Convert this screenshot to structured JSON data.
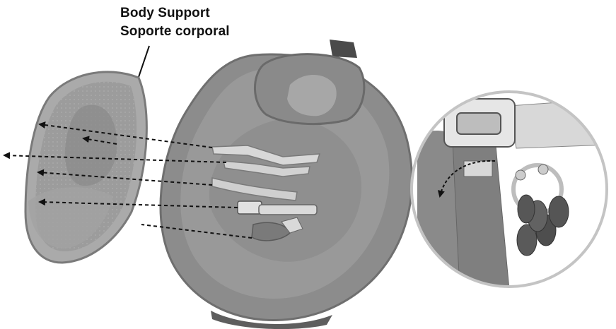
{
  "callout": {
    "line_en": "Body Support",
    "line_es": "Soporte corporal"
  },
  "colors": {
    "fabric": "#8d8d8d",
    "fabric_dark": "#6e6e6e",
    "fabric_light": "#b3b3b3",
    "strap": "#d9d9d9",
    "outline": "#333333",
    "circle_border": "#c8c8c8"
  },
  "icons": [
    "insert-pad",
    "seat-shell",
    "headrest",
    "harness-straps",
    "buckle",
    "arrow",
    "detail-magnifier",
    "toy-ring"
  ]
}
